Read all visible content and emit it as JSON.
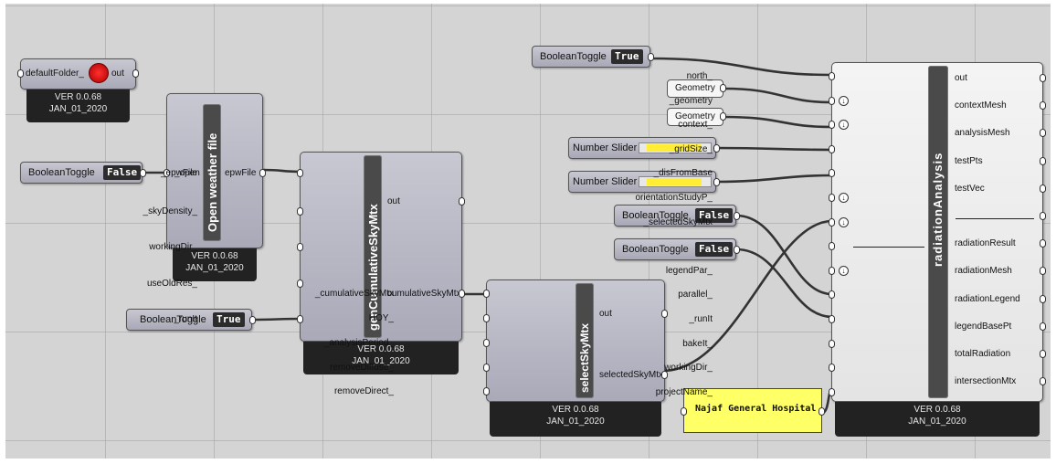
{
  "folder_component": {
    "input_label": "defaultFolder_",
    "output_label": "out",
    "version": "VER 0.0.68",
    "date": "JAN_01_2020"
  },
  "toggle_false_1": {
    "label": "BooleanToggle",
    "value": "False"
  },
  "open_weather": {
    "name": "Open weather file",
    "input_label": "_open",
    "output_label": "epwFile",
    "version": "VER 0.0.68",
    "date": "JAN_01_2020"
  },
  "gen_cumulative": {
    "name": "genCumulativeSkyMtx",
    "inputs": [
      "_epwFile",
      "_skyDensity_",
      "workingDir_",
      "useOldRes_",
      "_runIt"
    ],
    "outputs": [
      "out",
      "cumulativeSkyMtx"
    ],
    "version": "VER 0.0.68",
    "date": "JAN_01_2020"
  },
  "toggle_true_run": {
    "label": "BooleanToggle",
    "value": "True"
  },
  "select_sky": {
    "name": "selectSkyMtx",
    "inputs": [
      "_cumulativeSkyMtx",
      "HOY_",
      "_analysisPeriod_",
      "removeDiffuse_",
      "removeDirect_"
    ],
    "outputs": [
      "out",
      "selectedSkyMtx"
    ],
    "version": "VER 0.0.68",
    "date": "JAN_01_2020"
  },
  "toggle_true_top": {
    "label": "BooleanToggle",
    "value": "True"
  },
  "geometry_1": {
    "label": "Geometry"
  },
  "geometry_2": {
    "label": "Geometry"
  },
  "slider_1": {
    "label": "Number Slider",
    "fill": 0.4
  },
  "slider_2": {
    "label": "Number Slider",
    "fill": 0.4
  },
  "toggle_false_2": {
    "label": "BooleanToggle",
    "value": "False"
  },
  "toggle_false_3": {
    "label": "BooleanToggle",
    "value": "False"
  },
  "panel": {
    "text": "Najaf General Hospital",
    "color": "#ffff66"
  },
  "radiation": {
    "name": "radiationAnalysis",
    "inputs": [
      "north_",
      "_geometry",
      "context_",
      "_gridSize_",
      "_disFromBase",
      "orientationStudyP_",
      "_selectedSkyMtx",
      "-----------------",
      "legendPar_",
      "parallel_",
      "_runIt",
      "bakeIt_",
      "workingDir_",
      "projectName_"
    ],
    "outputs": [
      "out",
      "contextMesh",
      "analysisMesh",
      "testPts",
      "testVec",
      "-----------------",
      "radiationResult",
      "radiationMesh",
      "radiationLegend",
      "legendBasePt",
      "totalRadiation",
      "intersectionMtx"
    ],
    "version": "VER 0.0.68",
    "date": "JAN_01_2020"
  },
  "colors": {
    "canvas": "#d4d4d4",
    "component": "#b4b4c2",
    "wire": "#3a3a3a",
    "panel": "#ffff66"
  }
}
